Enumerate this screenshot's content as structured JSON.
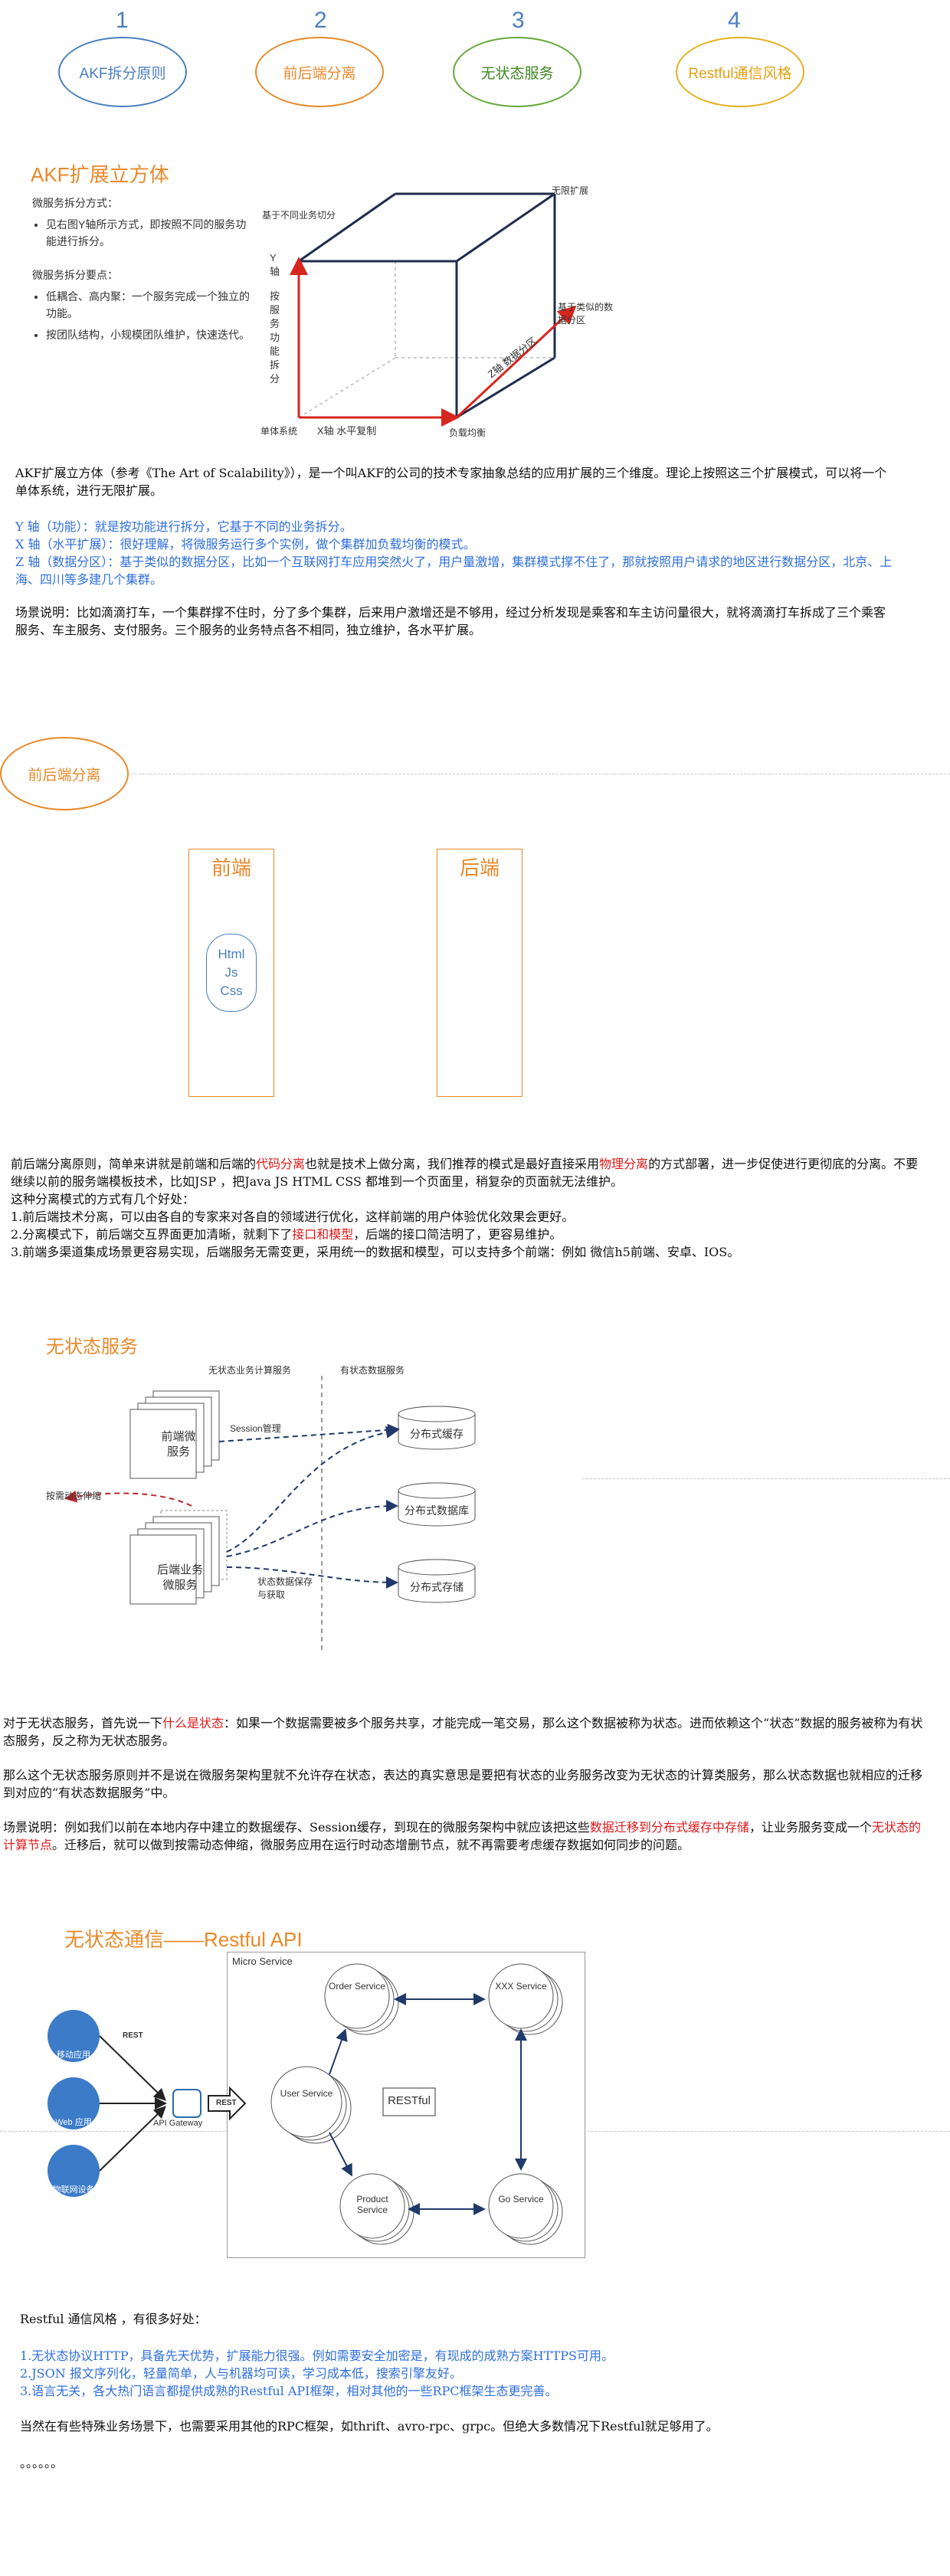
{
  "nav": {
    "items": [
      {
        "num": "1",
        "label": "AKF拆分原则",
        "color": "#4a7fc1"
      },
      {
        "num": "2",
        "label": "前后端分离",
        "color": "#e8892a"
      },
      {
        "num": "3",
        "label": "无状态服务",
        "color": "#63a83a"
      },
      {
        "num": "4",
        "label": "Restful通信风格",
        "color": "#e6b020"
      }
    ]
  },
  "akf": {
    "title": "AKF扩展立方体",
    "micro_label": "微服务拆分方式：",
    "micro_item": "见右图Y轴所示方式，即按照不同的服务功能进行拆分。",
    "points_label": "微服务拆分要点：",
    "points": [
      "低耦合、高内聚：一个服务完成一个独立的功能。",
      "按团队结构，小规模团队维护，快速迭代。"
    ],
    "cube": {
      "top_left": "基于不同业务切分",
      "top_right": "无限扩展",
      "y_axis": "Y轴",
      "y_desc": "按服务功能拆分",
      "right_label": "基于类似的数据分区",
      "z_axis": "Z轴 数据分区",
      "origin": "单体系统",
      "x_axis": "X轴 水平复制",
      "x_end": "负载均衡"
    },
    "intro": "AKF扩展立方体（参考《The Art of Scalability》），是一个叫AKF的公司的技术专家抽象总结的应用扩展的三个维度。理论上按照这三个扩展模式，可以将一个单体系统，进行无限扩展。",
    "y_line": "Y 轴（功能）：就是按功能进行拆分，它基于不同的业务拆分。",
    "x_line": "X 轴（水平扩展）：很好理解，将微服务运行多个实例，做个集群加负载均衡的模式。",
    "z_line": "Z 轴（数据分区）：基于类似的数据分区，比如一个互联网打车应用突然火了，用户量激增，集群模式撑不住了，那就按照用户请求的地区进行数据分区，北京、上海、四川等多建几个集群。",
    "scene": "场景说明：比如滴滴打车，一个集群撑不住时，分了多个集群，后来用户激增还是不够用，经过分析发现是乘客和车主访问量很大，就将滴滴打车拆成了三个乘客服务、车主服务、支付服务。三个服务的业务特点各不相同，独立维护，各水平扩展。"
  },
  "fe": {
    "oval": "前后端分离",
    "front": "前端",
    "back": "后端",
    "tech": [
      "Html",
      "Js",
      "Css"
    ],
    "p1_a": "前后端分离原则，简单来讲就是前端和后端的",
    "p1_red1": "代码分离",
    "p1_b": "也就是技术上做分离，我们推荐的模式是最好直接采用",
    "p1_red2": "物理分离",
    "p1_c": "的方式部署，进一步促使进行更彻底的分离。不要继续以前的服务端模板技术，比如JSP ，把Java JS HTML CSS 都堆到一个页面里，稍复杂的页面就无法维护。",
    "p2": "这种分离模式的方式有几个好处：",
    "p3": "1.前后端技术分离，可以由各自的专家来对各自的领域进行优化，这样前端的用户体验优化效果会更好。",
    "p4_a": "2.分离模式下，前后端交互界面更加清晰，就剩下了",
    "p4_red": "接口和模型",
    "p4_b": "，后端的接口简洁明了，更容易维护。",
    "p5": "3.前端多渠道集成场景更容易实现，后端服务无需变更，采用统一的数据和模型，可以支持多个前端：例如 微信h5前端、安卓、IOS。"
  },
  "sl": {
    "title": "无状态服务",
    "col_left": "无状态业务计算服务",
    "col_right": "有状态数据服务",
    "front_svc": "前端微服务",
    "back_svc": "后端业务微服务",
    "session": "Session管理",
    "scale": "按需动态伸缩",
    "state": "状态数据保存与获取",
    "cache": "分布式缓存",
    "db": "分布式数据库",
    "storage": "分布式存储",
    "p1_a": "对于无状态服务，首先说一下",
    "p1_red": "什么是状态",
    "p1_b": "：如果一个数据需要被多个服务共享，才能完成一笔交易，那么这个数据被称为状态。进而依赖这个“状态”数据的服务被称为有状态服务，反之称为无状态服务。",
    "p2": "那么这个无状态服务原则并不是说在微服务架构里就不允许存在状态，表达的真实意思是要把有状态的业务服务改变为无状态的计算类服务，那么状态数据也就相应的迁移到对应的“有状态数据服务”中。",
    "p3_a": "场景说明：例如我们以前在本地内存中建立的数据缓存、Session缓存，到现在的微服务架构中就应该把这些",
    "p3_red1": "数据迁移到分布式缓存中存储",
    "p3_b": "，让业务服务变成一个",
    "p3_red2": "无状态的计算节点",
    "p3_c": "。迁移后，就可以做到按需动态伸缩，微服务应用在运行时动态增删节点，就不再需要考虑缓存数据如何同步的问题。"
  },
  "rest": {
    "title": "无状态通信——Restful API",
    "micro": "Micro Service",
    "order": "Order Service",
    "xxx": "XXX Service",
    "user": "User Service",
    "restful": "RESTful",
    "product": "Product Service",
    "go": "Go Service",
    "gateway": "API Gateway",
    "rest1": "REST",
    "rest2": "REST",
    "clients": [
      "移动应用",
      "Web 应用",
      "物联网设备"
    ],
    "intro": "Restful 通信风格 ，有很多好处：",
    "b1": "1.无状态协议HTTP，具备先天优势，扩展能力很强。例如需要安全加密是，有现成的成熟方案HTTPS可用。",
    "b2": "2.JSON 报文序列化，轻量简单，人与机器均可读，学习成本低，搜索引擎友好。",
    "b3": "3.语言无关，各大热门语言都提供成熟的Restful API框架，相对其他的一些RPC框架生态更完善。",
    "outro": "当然在有些特殊业务场景下，也需要采用其他的RPC框架，如thrift、avro-rpc、grpc。但绝大多数情况下Restful就足够用了。",
    "dots": "。。。。。。"
  }
}
